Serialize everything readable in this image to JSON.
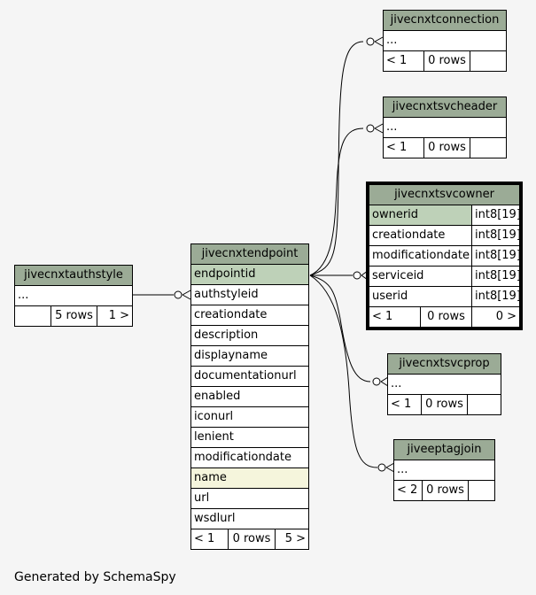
{
  "footer_text": "Generated by SchemaSpy",
  "tables": {
    "connection": {
      "name": "jivecnxtconnection",
      "rows": [
        "..."
      ],
      "footer": [
        "< 1",
        "0 rows",
        ""
      ]
    },
    "svcheader": {
      "name": "jivecnxtsvcheader",
      "rows": [
        "..."
      ],
      "footer": [
        "< 1",
        "0 rows",
        ""
      ]
    },
    "svcowner": {
      "name": "jivecnxtsvcowner",
      "columns": [
        {
          "name": "ownerid",
          "type": "int8[19]"
        },
        {
          "name": "creationdate",
          "type": "int8[19]"
        },
        {
          "name": "modificationdate",
          "type": "int8[19]"
        },
        {
          "name": "serviceid",
          "type": "int8[19]"
        },
        {
          "name": "userid",
          "type": "int8[19]"
        }
      ],
      "footer": [
        "< 1",
        "0 rows",
        "0 >"
      ]
    },
    "authstyle": {
      "name": "jivecnxtauthstyle",
      "rows": [
        "..."
      ],
      "footer": [
        "",
        "5 rows",
        "1 >"
      ]
    },
    "endpoint": {
      "name": "jivecnxtendpoint",
      "columns": [
        "endpointid",
        "authstyleid",
        "creationdate",
        "description",
        "displayname",
        "documentationurl",
        "enabled",
        "iconurl",
        "lenient",
        "modificationdate",
        "name",
        "url",
        "wsdlurl"
      ],
      "footer": [
        "< 1",
        "0 rows",
        "5 >"
      ]
    },
    "svcprop": {
      "name": "jivecnxtsvcprop",
      "rows": [
        "..."
      ],
      "footer": [
        "< 1",
        "0 rows",
        ""
      ]
    },
    "eptagjoin": {
      "name": "jiveeptagjoin",
      "rows": [
        "..."
      ],
      "footer": [
        "< 2",
        "0 rows",
        ""
      ]
    }
  }
}
